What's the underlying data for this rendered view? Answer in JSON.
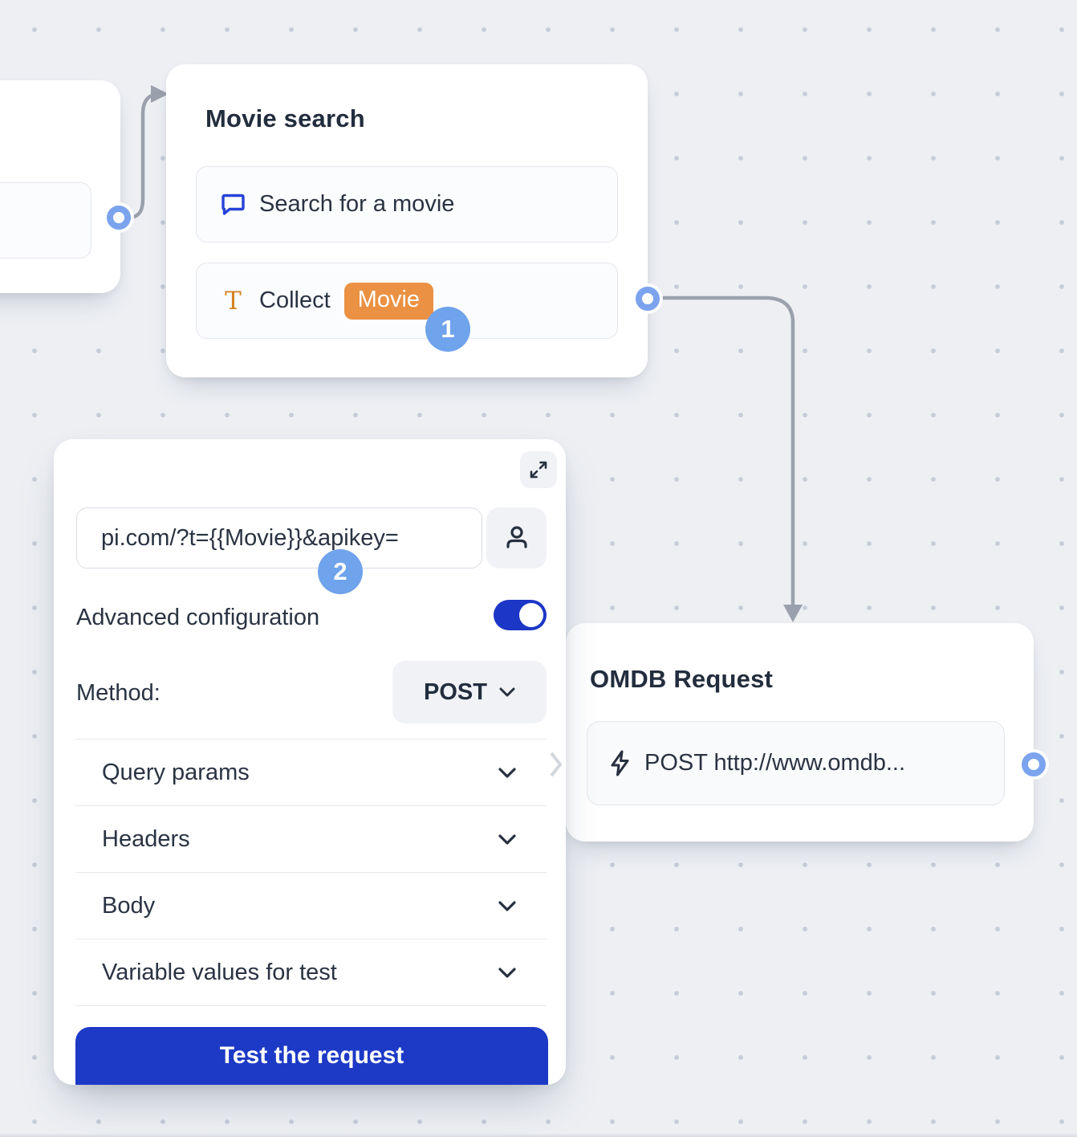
{
  "flow": {
    "movie_search_node": {
      "title": "Movie search",
      "rows": [
        {
          "icon": "chat-bubble-icon",
          "label": "Search for a movie"
        },
        {
          "icon": "text-collect-icon",
          "label": "Collect",
          "chip": "Movie"
        }
      ],
      "step_badge": "1"
    },
    "webhook_config_panel": {
      "expand_icon": "expand-icon",
      "url_input": {
        "value": "pi.com/?t={{Movie}}&apikey="
      },
      "user_button_icon": "user-icon",
      "step_badge": "2",
      "advanced_configuration_label": "Advanced configuration",
      "advanced_configuration_enabled": true,
      "method_label": "Method:",
      "method_value": "POST",
      "sections": [
        {
          "label": "Query params",
          "icon": "chevron-down-icon"
        },
        {
          "label": "Headers",
          "icon": "chevron-down-icon"
        },
        {
          "label": "Body",
          "icon": "chevron-down-icon"
        },
        {
          "label": "Variable values for test",
          "icon": "chevron-down-icon"
        }
      ],
      "test_button_label": "Test the request"
    },
    "omdb_node": {
      "title": "OMDB Request",
      "request_row": {
        "icon": "lightning-icon",
        "label": "POST http://www.omdb..."
      }
    }
  },
  "colors": {
    "canvas_background": "#EDEFF3",
    "dot_grid": "#C6CCD8",
    "primary_blue": "#1D3AC6",
    "badge_blue": "#6FA3EB",
    "port_ring_blue": "#7BA3EE",
    "chip_orange": "#EB9143",
    "collect_icon_orange": "#D47F21",
    "chat_icon_blue": "#2742D7",
    "connector_gray": "#9AA1AC",
    "text_dark": "#2A3342"
  }
}
